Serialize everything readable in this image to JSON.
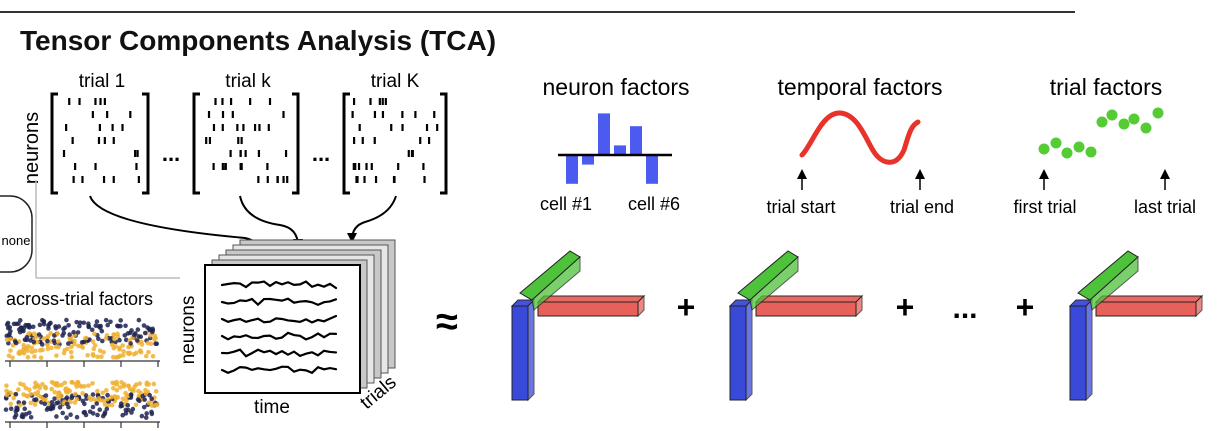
{
  "title": "Tensor Components Analysis (TCA)",
  "raster": {
    "trial_labels": [
      "trial 1",
      "trial k",
      "trial K"
    ],
    "ylabel": "neurons",
    "ellipsis": "..."
  },
  "side_panel": {
    "pill_label": "none",
    "heading": "across-trial factors"
  },
  "tensor": {
    "ylabel": "neurons",
    "xlabel": "time",
    "zlabel": "trials"
  },
  "approx_symbol": "≈",
  "sum": {
    "plus": "+",
    "ellipsis": "..."
  },
  "factor_panels": {
    "neuron": {
      "title": "neuron factors",
      "left_label": "cell #1",
      "right_label": "cell #6"
    },
    "temporal": {
      "title": "temporal factors",
      "left_label": "trial start",
      "right_label": "trial end"
    },
    "trial": {
      "title": "trial factors",
      "left_label": "first trial",
      "right_label": "last trial"
    }
  },
  "colors": {
    "neuron_bar": "#4b5bf0",
    "temporal_curve": "#e8322a",
    "trial_dot": "#55cc33",
    "component_green": "#4ec23a",
    "component_red": "#e8605a",
    "component_blue": "#3a4ad8",
    "scatter_gold": "#f0b030",
    "scatter_navy": "#1f2350"
  },
  "icons": [
    "arrow-up-icon",
    "curved-arrow-icon"
  ]
}
